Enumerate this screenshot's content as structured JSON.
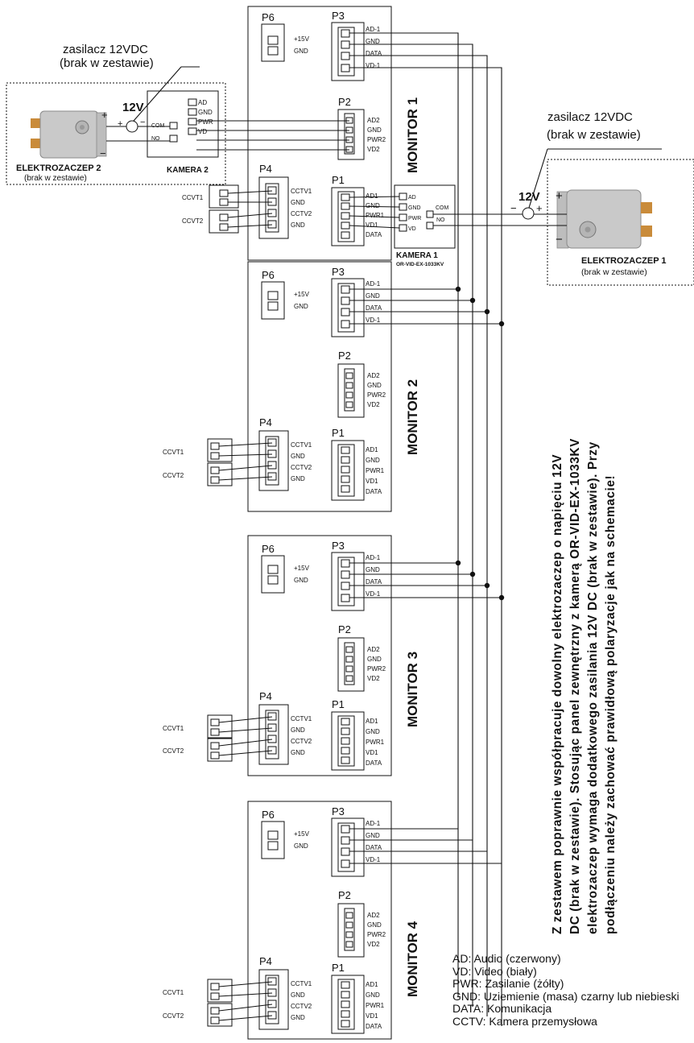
{
  "supply": {
    "label_line1": "zasilacz 12VDC",
    "label_line2": "(brak w zestawie)",
    "voltage": "12V",
    "plus": "+",
    "minus": "−"
  },
  "lock2": {
    "name": "ELEKTROZACZEP 2",
    "note": "(brak w zestawie)"
  },
  "lock1": {
    "name": "ELEKTROZACZEP 1",
    "note": "(brak w zestawie)"
  },
  "camera2": {
    "name": "KAMERA 2",
    "pins": [
      "AD",
      "GND",
      "PWR",
      "VD"
    ],
    "com": "COM",
    "no": "NO"
  },
  "camera1": {
    "name": "KAMERA 1",
    "model": "OR-VID-EX-1033KV",
    "pins": [
      "AD",
      "GND",
      "PWR",
      "VD"
    ],
    "com": "COM",
    "no": "NO"
  },
  "connectors": {
    "p6": {
      "name": "P6",
      "pins": [
        "+15V",
        "GND"
      ]
    },
    "p3": {
      "name": "P3",
      "pins": [
        "AD-1",
        "GND",
        "DATA",
        "VD-1"
      ]
    },
    "p2": {
      "name": "P2",
      "pins": [
        "AD2",
        "GND",
        "PWR2",
        "VD2"
      ]
    },
    "p1": {
      "name": "P1",
      "pins": [
        "AD1",
        "GND",
        "PWR1",
        "VD1",
        "DATA"
      ]
    },
    "p4": {
      "name": "P4",
      "pins": [
        "CCTV1",
        "GND",
        "CCTV2",
        "GND"
      ]
    }
  },
  "cctv": [
    "CCVT1",
    "CCVT2"
  ],
  "monitors": [
    "MONITOR 1",
    "MONITOR 2",
    "MONITOR 3",
    "MONITOR 4"
  ],
  "note_lines": [
    "Z zestawem poprawnie współpracuje dowolny elektrozaczep o napięciu 12V",
    "DC (brak w zestawie). Stosując panel zewnętrzny z kamerą OR-VID-EX-1033KV",
    "elektrozaczep wymaga dodatkowego zasilania 12V DC (brak w zestawie). Przy",
    "podłączeniu należy zachować prawidłową polaryzacje jak na schemacie!"
  ],
  "legend": [
    "AD: Audio (czerwony)",
    "VD: Video (biały)",
    "PWR: Zasilanie (żółty)",
    "GND: Uziemienie (masa) czarny lub niebieski",
    "DATA: Komunikacja",
    "CCTV: Kamera przemysłowa"
  ]
}
